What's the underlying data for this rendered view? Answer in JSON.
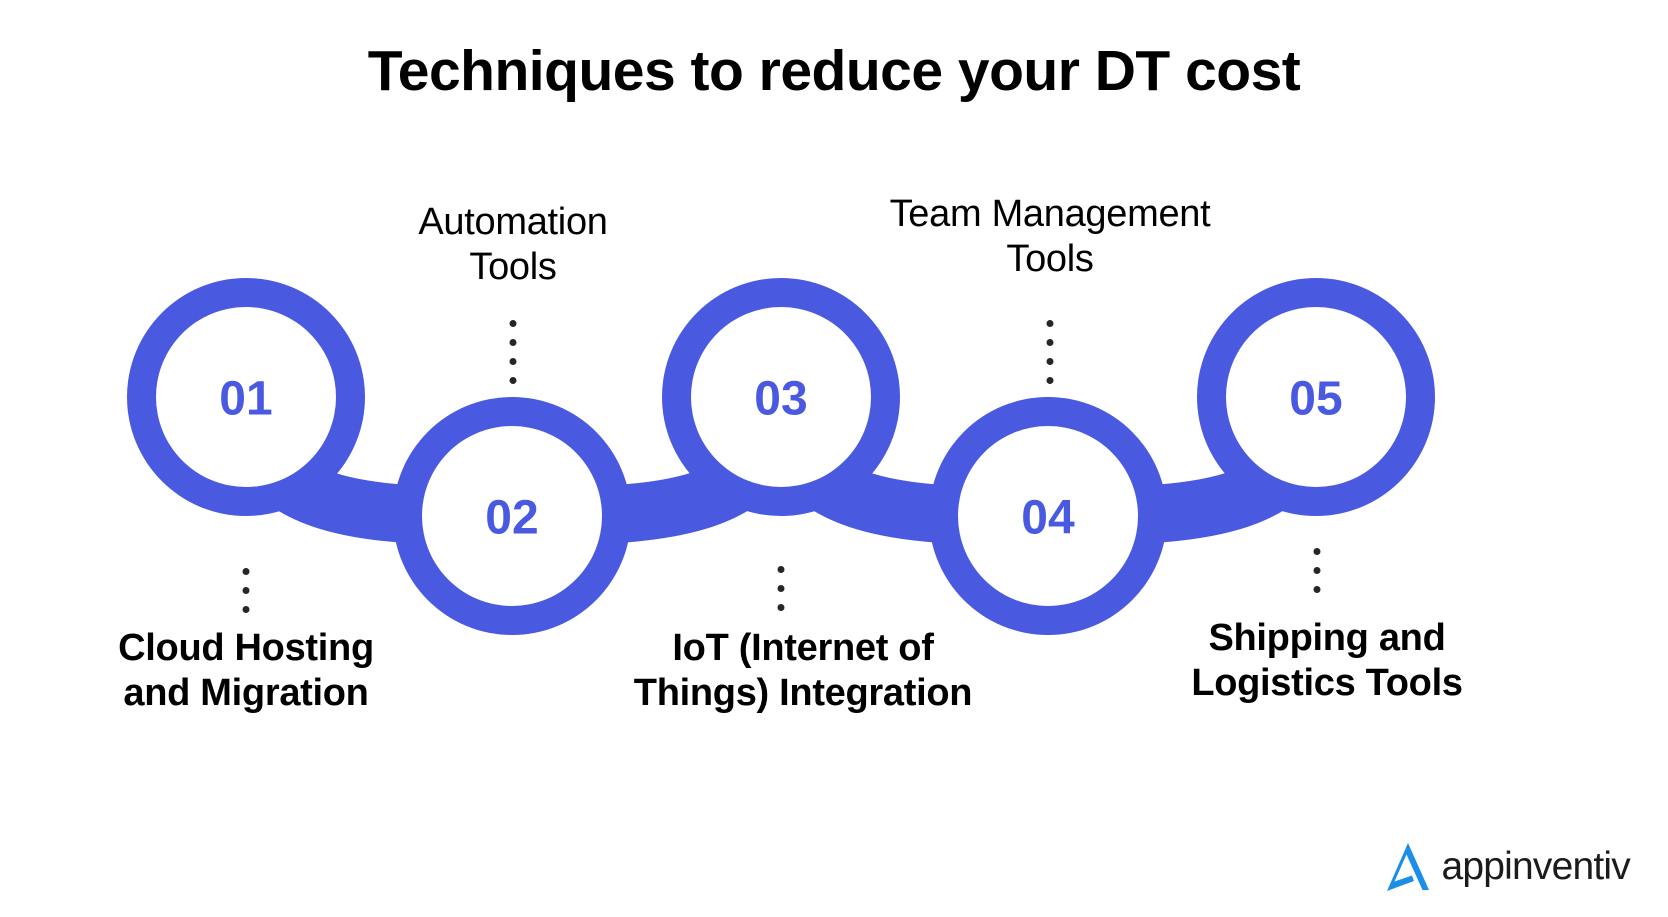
{
  "title": "Techniques to reduce your DT cost",
  "theme": {
    "accent_blue": "#4A5AE0",
    "background": "#FFFFFF",
    "text_black": "#000000",
    "logo_blue": "#1B8FE8",
    "dot_color": "#262626"
  },
  "steps": [
    {
      "number": "01",
      "label": "Cloud Hosting\nand Migration",
      "label_position": "bottom",
      "circle_position": "up"
    },
    {
      "number": "02",
      "label": "Automation\nTools",
      "label_position": "top",
      "circle_position": "down"
    },
    {
      "number": "03",
      "label": "IoT (Internet of\nThings) Integration",
      "label_position": "bottom",
      "circle_position": "up"
    },
    {
      "number": "04",
      "label": "Team Management\nTools",
      "label_position": "top",
      "circle_position": "down"
    },
    {
      "number": "05",
      "label": "Shipping and\nLogistics Tools",
      "label_position": "bottom",
      "circle_position": "up"
    }
  ],
  "logo": {
    "name": "appinventiv-logo",
    "text": "appinventiv",
    "mark": "a-arrow-mark"
  }
}
